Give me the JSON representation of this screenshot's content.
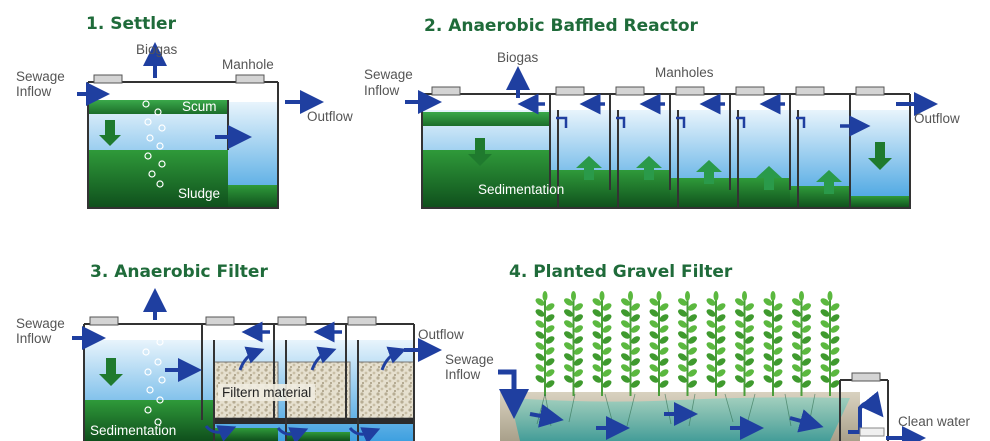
{
  "colors": {
    "title_green": "#1f6b3a",
    "water_blue": "#5aaee6",
    "sludge_green": "#1f7a2e",
    "arrow_blue": "#1f3fa0",
    "outline": "#333333",
    "label_gray": "#555555"
  },
  "settler": {
    "title": "1. Settler",
    "biogas": "Biogas",
    "manhole": "Manhole",
    "inflow_line1": "Sewage",
    "inflow_line2": "Inflow",
    "scum": "Scum",
    "sludge": "Sludge",
    "outflow": "Outflow"
  },
  "abr": {
    "title": "2. Anaerobic Baffled Reactor",
    "biogas": "Biogas",
    "manholes": "Manholes",
    "inflow_line1": "Sewage",
    "inflow_line2": "Inflow",
    "sedimentation": "Sedimentation",
    "outflow": "Outflow"
  },
  "filter": {
    "title": "3. Anaerobic Filter",
    "inflow_line1": "Sewage",
    "inflow_line2": "Inflow",
    "outflow": "Outflow",
    "filter_material": "Filtern material",
    "sedimentation": "Sedimentation"
  },
  "gravel": {
    "title": "4. Planted Gravel Filter",
    "inflow_line1": "Sewage",
    "inflow_line2": "Inflow",
    "clean_water": "Clean water"
  },
  "icons": [
    "arrow-icon",
    "bubble-icon",
    "plant-icon",
    "manhole-cover-icon"
  ]
}
